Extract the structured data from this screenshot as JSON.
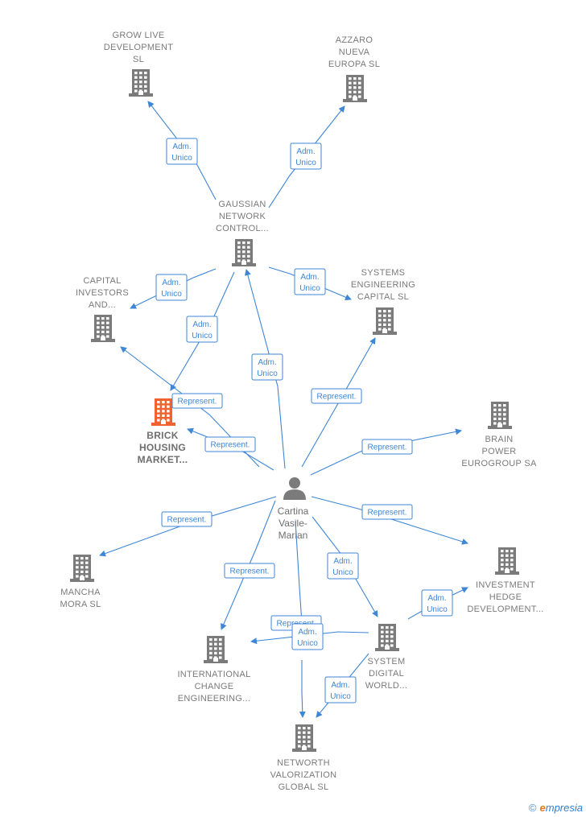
{
  "colors": {
    "edge": "#3e86d6",
    "building": "#7b7b7b",
    "focus": "#f0622e",
    "person": "#7b7b7b",
    "text": "#7a7a7a"
  },
  "icons": {
    "company": "building-icon",
    "person": "person-icon"
  },
  "person": {
    "id": "cartina",
    "label": [
      "Cartina",
      "Vasile-",
      "Marian"
    ]
  },
  "nodes": [
    {
      "id": "grow",
      "label": [
        "GROW LIVE",
        "DEVELOPMENT",
        "SL"
      ]
    },
    {
      "id": "azzaro",
      "label": [
        "AZZARO",
        "NUEVA",
        "EUROPA  SL"
      ]
    },
    {
      "id": "gaussian",
      "label": [
        "GAUSSIAN",
        "NETWORK",
        "CONTROL..."
      ]
    },
    {
      "id": "capital",
      "label": [
        "CAPITAL",
        "INVESTORS",
        "AND..."
      ]
    },
    {
      "id": "systems",
      "label": [
        "SYSTEMS",
        "ENGINEERING",
        "CAPITAL  SL"
      ]
    },
    {
      "id": "brick",
      "label": [
        "BRICK",
        "HOUSING",
        "MARKET..."
      ],
      "focus": true
    },
    {
      "id": "brain",
      "label": [
        "BRAIN",
        "POWER",
        "EUROGROUP SA"
      ]
    },
    {
      "id": "mancha",
      "label": [
        "MANCHA",
        "MORA SL"
      ]
    },
    {
      "id": "investment",
      "label": [
        "INVESTMENT",
        "HEDGE",
        "DEVELOPMENT..."
      ]
    },
    {
      "id": "international",
      "label": [
        "INTERNATIONAL",
        "CHANGE",
        "ENGINEERING..."
      ]
    },
    {
      "id": "system_digital",
      "label": [
        "SYSTEM",
        "DIGITAL",
        "WORLD..."
      ]
    },
    {
      "id": "networth",
      "label": [
        "NETWORTH",
        "VALORIZATION",
        "GLOBAL  SL"
      ]
    }
  ],
  "edges": [
    {
      "label": [
        "Adm.",
        "Unico"
      ]
    },
    {
      "label": [
        "Adm.",
        "Unico"
      ]
    },
    {
      "label": [
        "Adm.",
        "Unico"
      ]
    },
    {
      "label": [
        "Adm.",
        "Unico"
      ]
    },
    {
      "label": [
        "Adm.",
        "Unico"
      ]
    },
    {
      "label": [
        "Adm.",
        "Unico"
      ]
    },
    {
      "label": [
        "Represent."
      ]
    },
    {
      "label": [
        "Represent."
      ]
    },
    {
      "label": [
        "Represent."
      ]
    },
    {
      "label": [
        "Represent."
      ]
    },
    {
      "label": [
        "Represent."
      ]
    },
    {
      "label": [
        "Represent."
      ]
    },
    {
      "label": [
        "Represent."
      ]
    },
    {
      "label": [
        "Represent."
      ]
    },
    {
      "label": [
        "Adm.",
        "Unico"
      ]
    },
    {
      "label": [
        "Adm.",
        "Unico"
      ]
    },
    {
      "label": [
        "Adm.",
        "Unico"
      ]
    },
    {
      "label": [
        "Adm.",
        "Unico"
      ]
    }
  ],
  "brand": {
    "copyright": "©",
    "name_e": "e",
    "name_rest": "mpresia"
  }
}
